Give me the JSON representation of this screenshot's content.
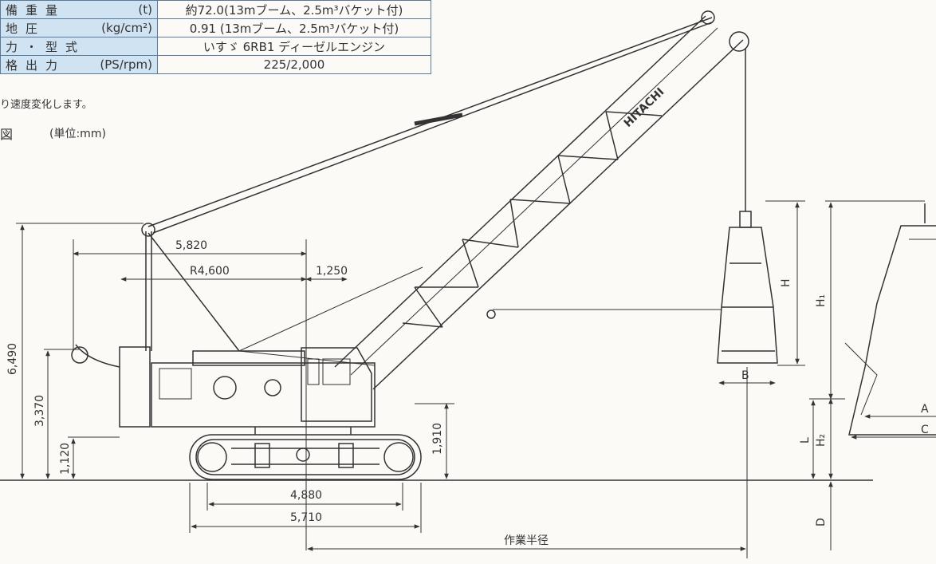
{
  "spec_table": {
    "rows": [
      {
        "label": "備重量",
        "unit": "(t)",
        "value": "約72.0(13mブーム、2.5m³バケット付)"
      },
      {
        "label": "地圧",
        "unit": "(kg/cm²)",
        "value": "0.91 (13mブーム、2.5m³バケット付)"
      },
      {
        "label": "力・型式",
        "unit": "",
        "value": "いすゞ 6RB1 ディーゼルエンジン"
      },
      {
        "label": "格出力",
        "unit": "(PS/rpm)",
        "value": "225/2,000"
      }
    ]
  },
  "note": "り速度変化します。",
  "figure": {
    "title": "図",
    "unit_label": "(単位:mm)",
    "brand": "HITACHI",
    "dimensions": {
      "overall_height": "6,490",
      "cab_height": "3,370",
      "counterweight_clearance": "1,120",
      "track_height": "1,910",
      "boom_foot_radius": "5,820",
      "tail_radius": "R4,600",
      "boom_foot_offset": "1,250",
      "tumbler_distance": "4,880",
      "crawler_length": "5,710",
      "working_radius": "作業半径"
    },
    "bucket_labels": {
      "H": "H",
      "B": "B",
      "H1": "H₁",
      "H2": "H₂",
      "L": "L",
      "A": "A",
      "C": "C",
      "D": "D"
    }
  },
  "colors": {
    "table_header_bg": "#cfe3f3",
    "line": "#333333",
    "paper": "#fbfaf7"
  }
}
